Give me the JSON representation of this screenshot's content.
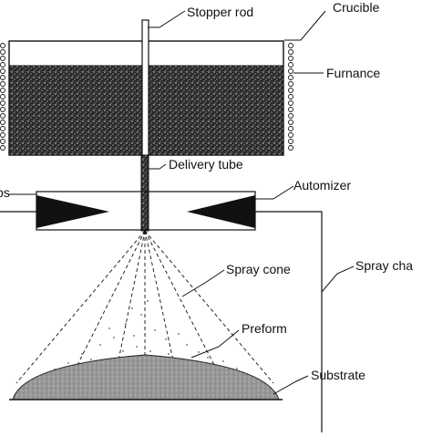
{
  "labels": {
    "stopper_rod": "Stopper rod",
    "crucible": "Crucible",
    "furnace": "Furnance",
    "delivery_tube": "Delivery tube",
    "atomizer": "Automizer",
    "spray_cone": "Spray cone",
    "spray_chamber": "Spray cha",
    "preform": "Preform",
    "substrate": "Substrate",
    "gas_jets": "ps"
  },
  "colors": {
    "line": "#111111",
    "melt": "#2a2a2a",
    "speckle": "#e6e6e6",
    "deposit": "#8c8c8c",
    "background": "#ffffff"
  }
}
